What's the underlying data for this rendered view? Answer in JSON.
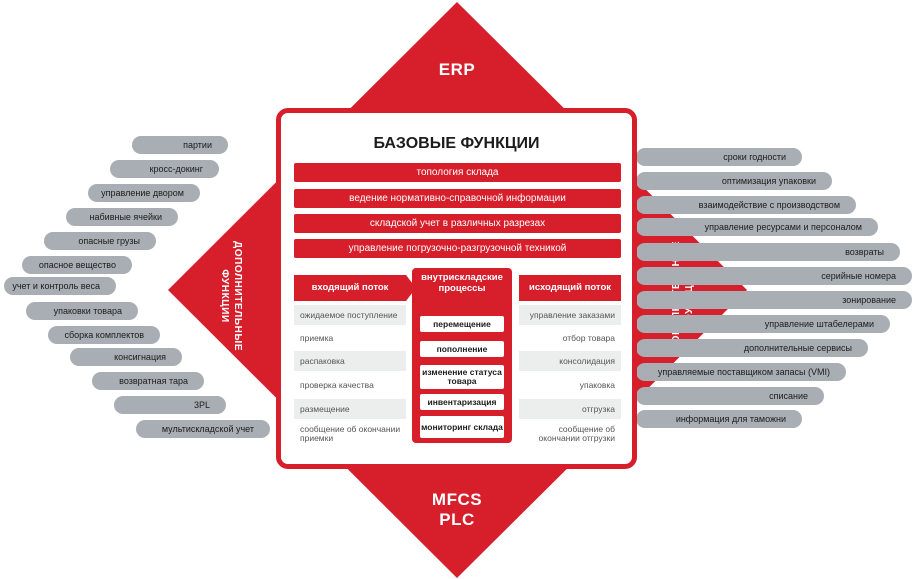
{
  "diagram": {
    "top_label": "ERP",
    "bottom_label_1": "MFCS",
    "bottom_label_2": "PLC",
    "left_side_1": "ДОПОЛНИТЕЛЬНЫЕ",
    "left_side_2": "ФУНКЦИИ",
    "right_side_1": "ДОПОЛНИТЕЛЬНЫЕ",
    "right_side_2": "ФУНКЦИИ",
    "title": "БАЗОВЫЕ ФУНКЦИИ",
    "base_bars": [
      "топология склада",
      "ведение нормативно-справочной информации",
      "складской учет в различных разрезах",
      "управление погрузочно-разгрузочной техникой"
    ],
    "inbound_header": "входящий поток",
    "inbound": [
      "ожидаемое поступление",
      "приемка",
      "распаковка",
      "проверка качества",
      "размещение",
      "сообщение об окончании приемки"
    ],
    "internal_header": "внутрискладские процессы",
    "internal": [
      "перемещение",
      "пополнение",
      "изменение статуса товара",
      "инвентаризация",
      "мониторинг склада"
    ],
    "outbound_header": "исходящий поток",
    "outbound": [
      "управление заказами",
      "отбор товара",
      "консолидация",
      "упаковка",
      "отгрузка",
      "сообщение об окончании отгрузки"
    ],
    "left_pills": [
      "партии",
      "кросс-докинг",
      "управление двором",
      "набивные ячейки",
      "опасные грузы",
      "опасное вещество",
      "учет и контроль веса",
      "упаковки товара",
      "сборка комплектов",
      "консигнация",
      "возвратная тара",
      "3PL",
      "мультискладской учет"
    ],
    "right_pills": [
      "сроки годности",
      "оптимизация упаковки",
      "взаимодействие с производством",
      "управление ресурсами и персоналом",
      "возвраты",
      "серийные номера",
      "зонирование",
      "управление штабелерами",
      "дополнительные сервисы",
      "управляемые поставщиком запасы (VMI)",
      "списание",
      "информация для таможни"
    ]
  },
  "colors": {
    "accent": "#d61f2b",
    "pill": "#a8aeb4",
    "text": "#1c1c1c"
  }
}
